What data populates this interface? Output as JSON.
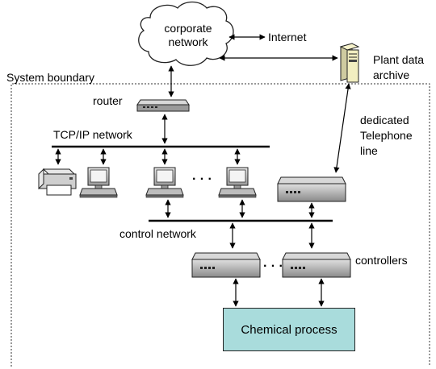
{
  "labels": {
    "cloud": "corporate\nnetwork",
    "internet": "Internet",
    "plant_archive": "Plant data\narchive",
    "system_boundary": "System boundary",
    "router": "router",
    "tcpip": "TCP/IP network",
    "dedicated_line": "dedicated\nTelephone\nline",
    "control_network": "control network",
    "controllers": "controllers",
    "ellipsis": "· · ·",
    "process": "Chemical process"
  },
  "colors": {
    "process_fill": "#a9dcdc",
    "cloud_fill": "#ffffff",
    "device_fill": "#c8c8c8",
    "archive_fill": "#f2eec0"
  }
}
